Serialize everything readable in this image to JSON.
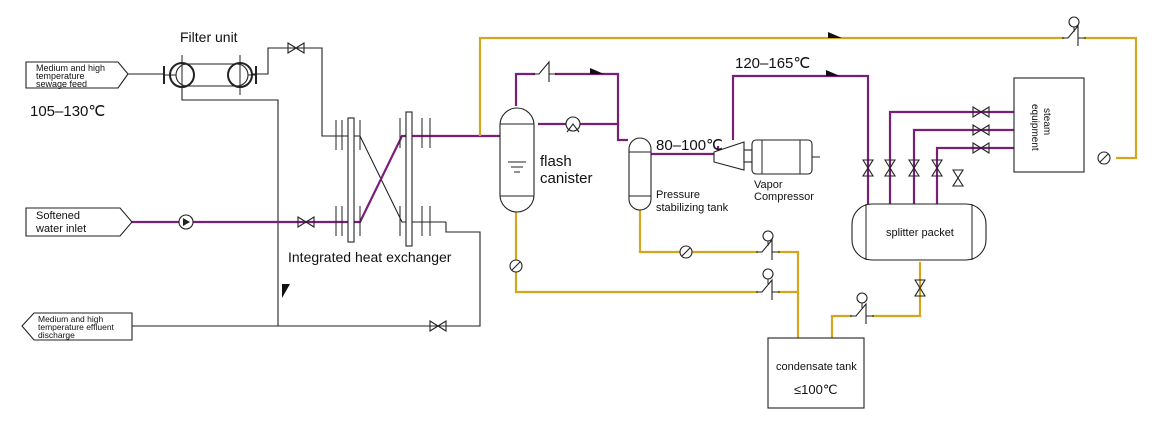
{
  "labels": {
    "filter_unit": "Filter unit",
    "sewage_feed": [
      "Medium and high",
      "temperature",
      "sewage feed"
    ],
    "feed_temp": "105–130℃",
    "softened_water": [
      "Softened",
      "water inlet"
    ],
    "effluent": [
      "Medium and high",
      "temperature effluent",
      "discharge"
    ],
    "heat_exchanger": "Integrated heat exchanger",
    "flash": [
      "flash",
      "canister"
    ],
    "temp_80_100": "80–100℃",
    "temp_120_165": "120–165℃",
    "pressure_tank": [
      "Pressure",
      "stabilizing tank"
    ],
    "vapor_compressor": [
      "Vapor",
      "Compressor"
    ],
    "steam_equipment": [
      "steam",
      "equipment"
    ],
    "splitter": "splitter packet",
    "condensate_tank": "condensate tank",
    "condensate_temp": "≤100℃"
  },
  "colors": {
    "steam_line": "#7a1f78",
    "condensate_line": "#d4a520",
    "process_line": "#222222"
  }
}
